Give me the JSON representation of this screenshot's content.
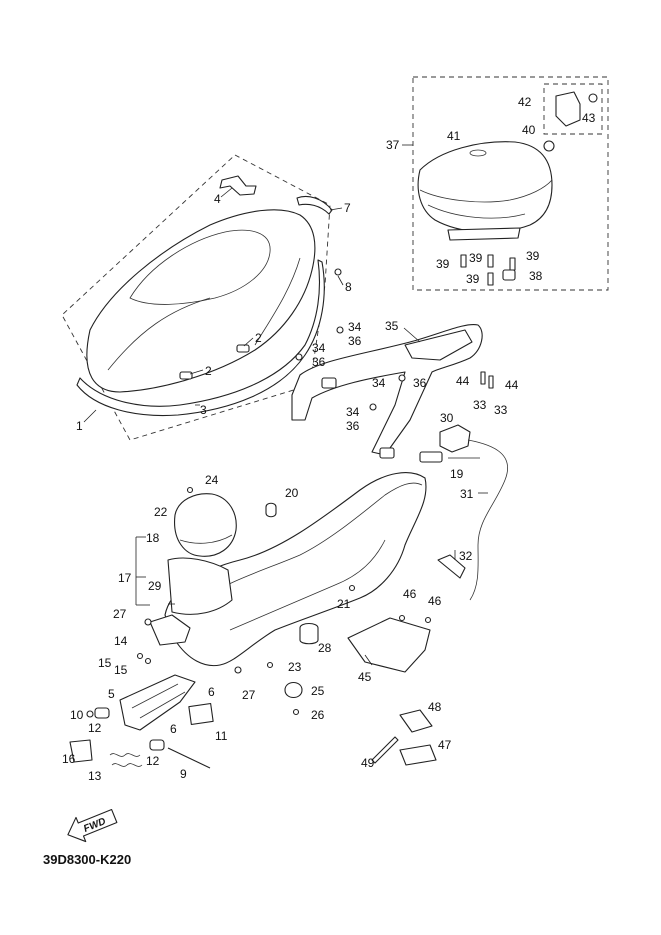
{
  "catalog_code": "39D8300-K220",
  "fwd_label": "FWD",
  "callouts": [
    "1",
    "2",
    "2",
    "3",
    "4",
    "7",
    "8",
    "17",
    "18",
    "22",
    "24",
    "29",
    "20",
    "27",
    "14",
    "15",
    "15",
    "21",
    "23",
    "28",
    "27",
    "5",
    "6",
    "6",
    "10",
    "12",
    "11",
    "25",
    "26",
    "12",
    "9",
    "16",
    "13",
    "37",
    "41",
    "42",
    "43",
    "40",
    "39",
    "39",
    "39",
    "39",
    "38",
    "35",
    "34",
    "36",
    "34",
    "36",
    "34",
    "36",
    "34",
    "36",
    "44",
    "44",
    "30",
    "33",
    "33",
    "19",
    "31",
    "32",
    "46",
    "46",
    "45",
    "48",
    "47",
    "49"
  ]
}
